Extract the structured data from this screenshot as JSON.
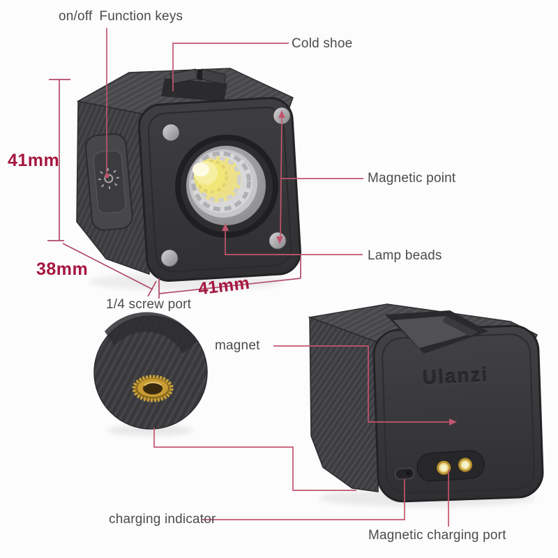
{
  "figure": {
    "type": "annotated-product-diagram",
    "brand": "Ulanzi"
  },
  "labels": {
    "power": "on/off",
    "function_keys": "Function keys",
    "cold_shoe": "Cold shoe",
    "magnetic_point": "Magnetic point",
    "lamp_beads": "Lamp beads",
    "screw_port": "1/4 screw port",
    "magnet": "magnet",
    "charging_indicator": "charging indicator",
    "charging_port": "Magnetic charging port"
  },
  "dimensions": {
    "height": "41mm",
    "depth": "38mm",
    "width": "41mm"
  },
  "logo_text": "Ulanzi",
  "colors": {
    "dimension_text": "#a5173f",
    "dimension_line": "#b04a66",
    "callout_line": "#c2556e",
    "label_text": "#4b4b4b",
    "body_dark": "#3b3b3e",
    "lens_gray": "#9e9ea0",
    "cob_yellow": "#f3e96e",
    "brass_screw": "#c89b33",
    "contact_gold": "#e8d98a"
  }
}
